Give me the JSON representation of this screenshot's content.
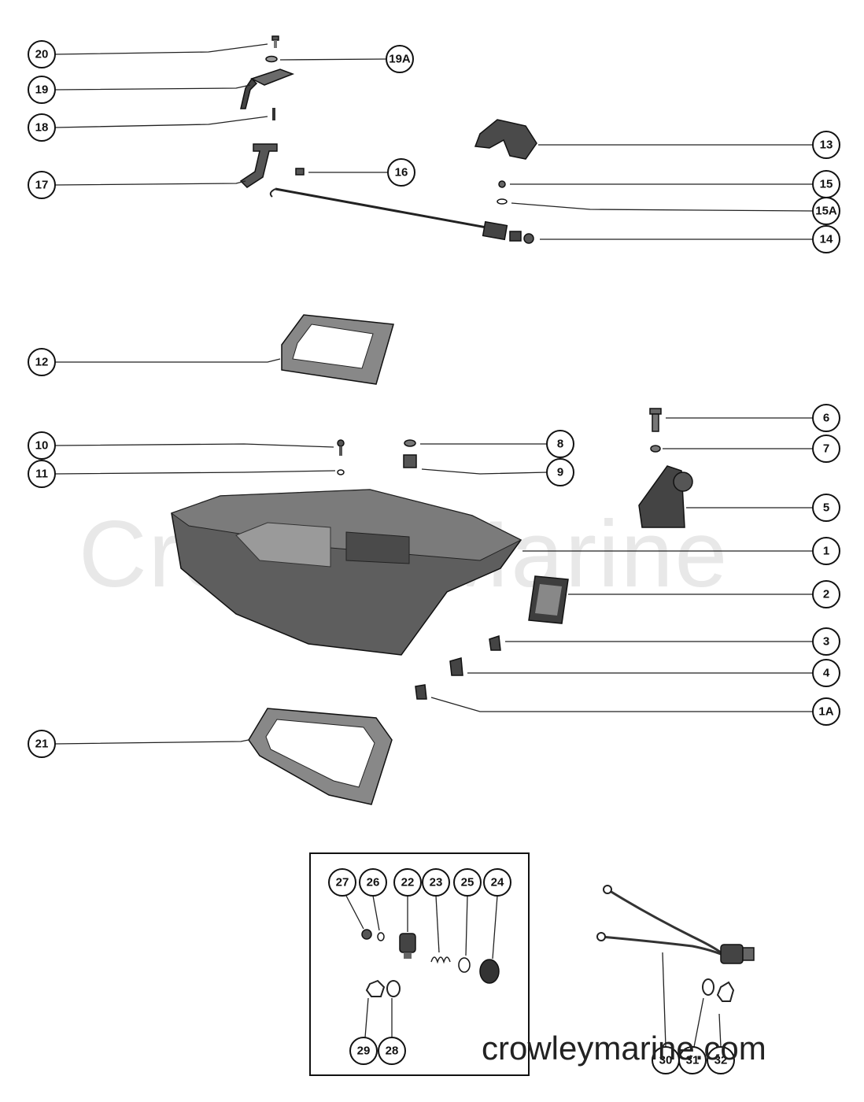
{
  "watermark": "CrowleyMarine",
  "website": "crowleymarine.com",
  "colors": {
    "ink": "#111111",
    "part_fill": "#555555",
    "part_light": "#888888",
    "background": "#ffffff",
    "watermark": "#e8e8e8"
  },
  "callouts": {
    "c1": "1",
    "c1A": "1A",
    "c2": "2",
    "c3": "3",
    "c4": "4",
    "c5": "5",
    "c6": "6",
    "c7": "7",
    "c8": "8",
    "c9": "9",
    "c10": "10",
    "c11": "11",
    "c12": "12",
    "c13": "13",
    "c14": "14",
    "c15": "15",
    "c15A": "15A",
    "c16": "16",
    "c17": "17",
    "c18": "18",
    "c19": "19",
    "c19A": "19A",
    "c20": "20",
    "c21": "21",
    "c22": "22",
    "c23": "23",
    "c24": "24",
    "c25": "25",
    "c26": "26",
    "c27": "27",
    "c28": "28",
    "c29": "29",
    "c30": "30",
    "c31": "31",
    "c32": "32"
  }
}
